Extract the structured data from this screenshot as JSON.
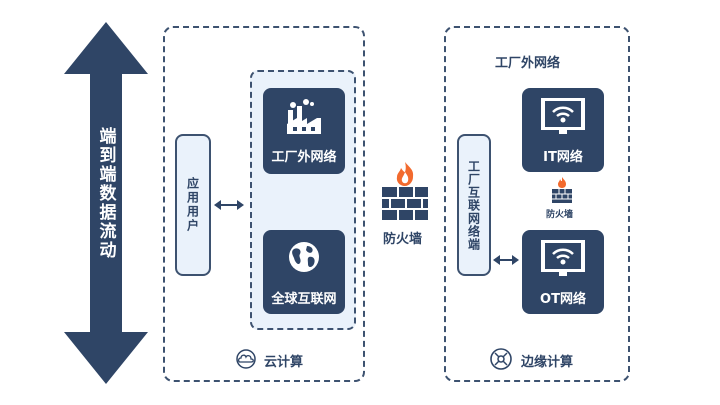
{
  "flow_arrow": {
    "label": "端到端数据流动"
  },
  "cloud": {
    "app_user": "应用用户",
    "factory_net": "工厂外网络",
    "global_internet": "全球互联网",
    "caption": "云计算"
  },
  "firewall_main": {
    "label": "防火墙"
  },
  "edge": {
    "title": "工厂外网络",
    "terminal": "工厂互联网络端",
    "it_net": "IT网络",
    "firewall_small": "防火墙",
    "ot_net": "OT网络",
    "caption": "边缘计算"
  },
  "colors": {
    "navy": "#2f4566",
    "accent": "#f26a2e",
    "light": "#eaf2fb"
  }
}
